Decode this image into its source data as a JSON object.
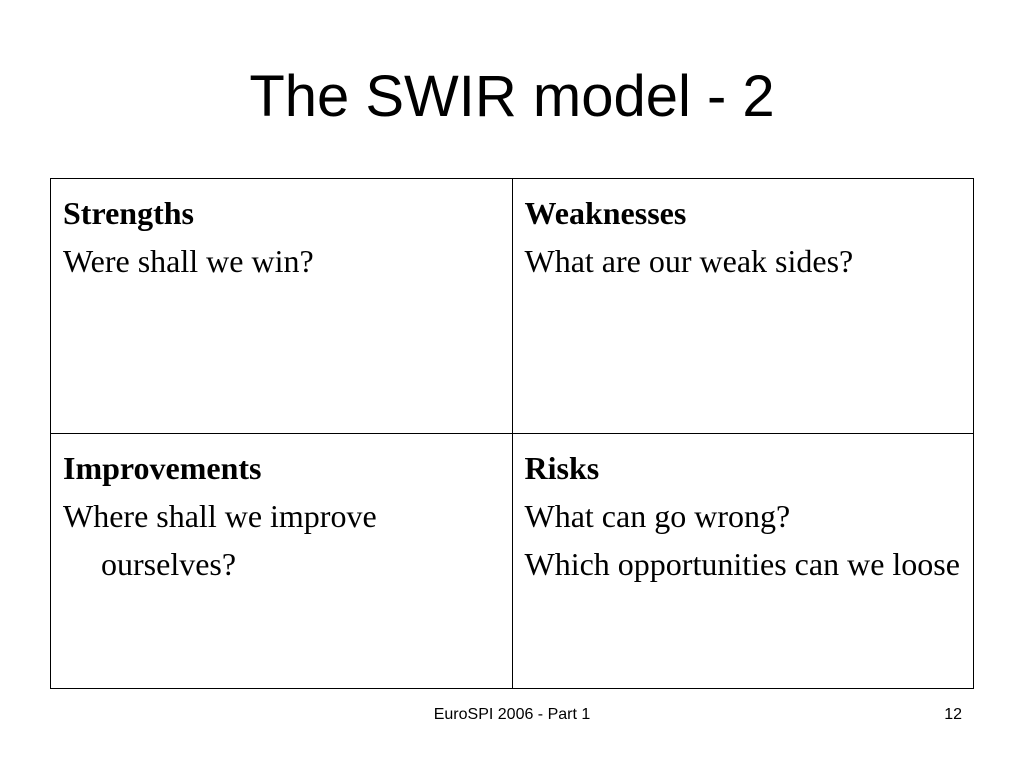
{
  "slide": {
    "title": "The SWIR model - 2"
  },
  "quadrants": {
    "strengths": {
      "heading": "Strengths",
      "lines": [
        "Were shall we win?"
      ]
    },
    "weaknesses": {
      "heading": "Weaknesses",
      "lines": [
        "What are our weak sides?"
      ]
    },
    "improvements": {
      "heading": "Improvements",
      "lines": [
        "Where shall we improve ourselves?"
      ]
    },
    "risks": {
      "heading": "Risks",
      "lines": [
        "What can go wrong?",
        "Which opportunities can we loose"
      ]
    }
  },
  "footer": {
    "text": "EuroSPI 2006 - Part 1",
    "page_number": "12"
  }
}
